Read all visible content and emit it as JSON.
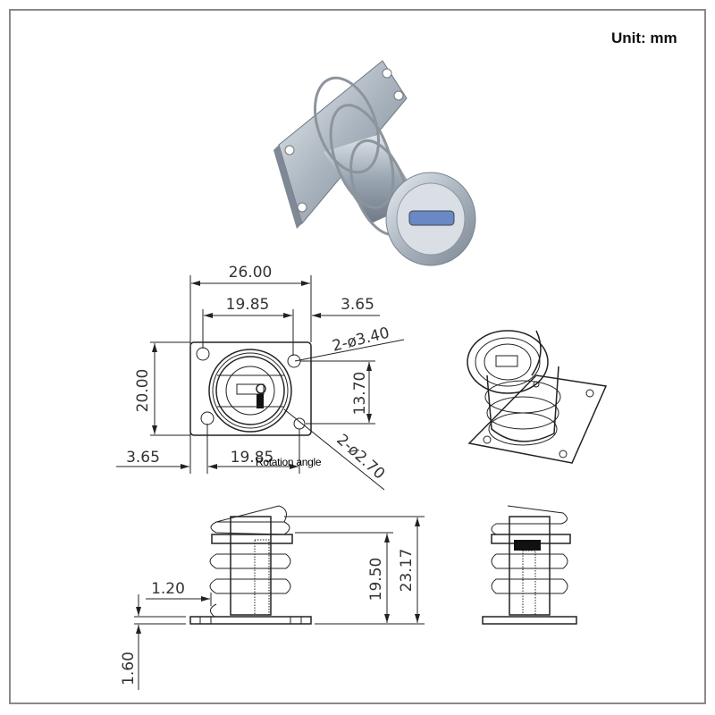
{
  "unit_label": "Unit: mm",
  "annotation": "Rotation angle",
  "top_view": {
    "overall_width": "26.00",
    "hole_pitch_top": "19.85",
    "edge_offset_top": "3.65",
    "overall_height": "20.00",
    "hole_pitch_vertical": "13.70",
    "large_holes": "2-ø3.40",
    "small_holes": "2-ø2.70",
    "edge_offset_bottom": "3.65",
    "hole_pitch_bottom": "19.85"
  },
  "side_view": {
    "total_height": "23.17",
    "body_height": "19.50",
    "spring_wire": "1.20",
    "plate_thickness": "1.60"
  },
  "colors": {
    "frame": "#8a8a8a",
    "line": "#222222",
    "metal": "#b9c3cc"
  }
}
